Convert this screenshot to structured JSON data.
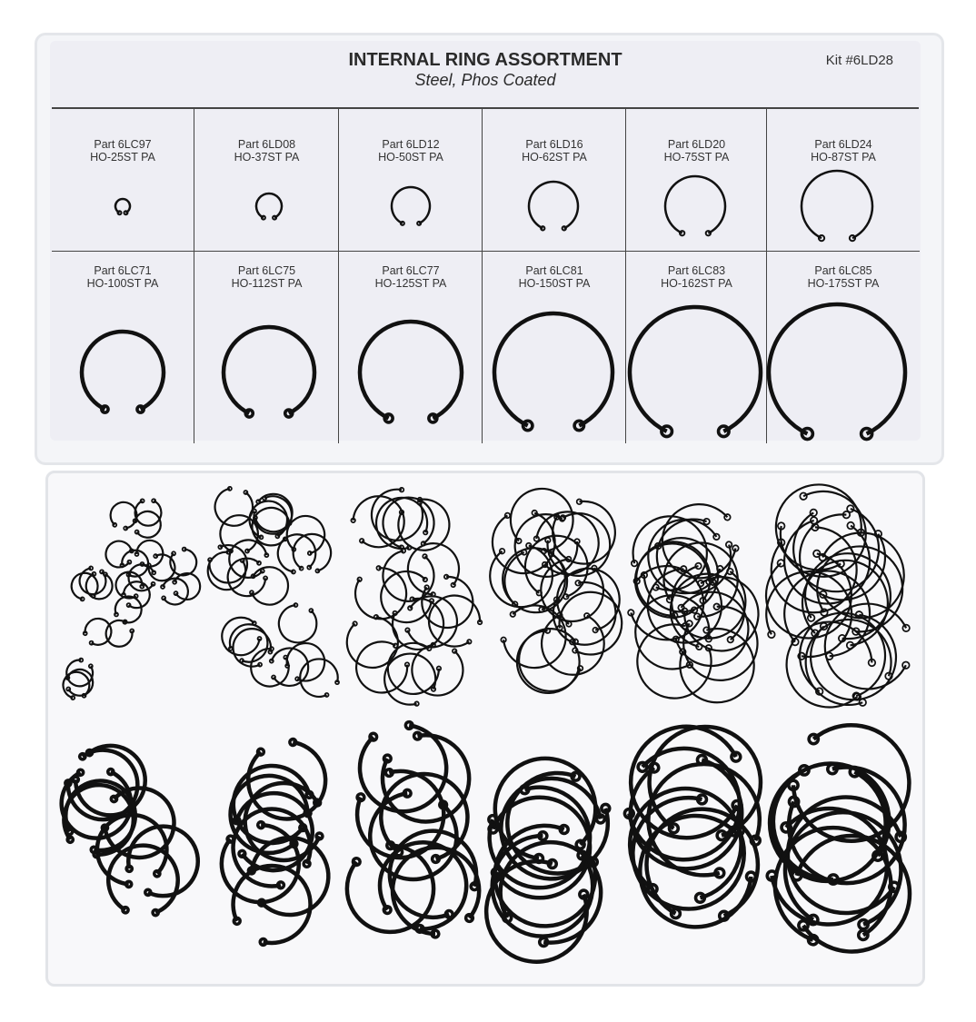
{
  "label": {
    "title": "INTERNAL RING ASSORTMENT",
    "subtitle": "Steel, Phos Coated",
    "kit": "Kit #6LD28",
    "parts": [
      {
        "part": "Part 6LC97",
        "code": "HO-25ST PA"
      },
      {
        "part": "Part 6LD08",
        "code": "HO-37ST PA"
      },
      {
        "part": "Part 6LD12",
        "code": "HO-50ST PA"
      },
      {
        "part": "Part 6LD16",
        "code": "HO-62ST PA"
      },
      {
        "part": "Part 6LD20",
        "code": "HO-75ST PA"
      },
      {
        "part": "Part 6LD24",
        "code": "HO-87ST PA"
      },
      {
        "part": "Part 6LC71",
        "code": "HO-100ST PA"
      },
      {
        "part": "Part 6LC75",
        "code": "HO-112ST PA"
      },
      {
        "part": "Part 6LC77",
        "code": "HO-125ST PA"
      },
      {
        "part": "Part 6LC81",
        "code": "HO-150ST PA"
      },
      {
        "part": "Part 6LC83",
        "code": "HO-162ST PA"
      },
      {
        "part": "Part 6LC85",
        "code": "HO-175ST PA"
      }
    ]
  },
  "colors": {
    "ring": "#111111",
    "label_bg": "#eeeef4"
  }
}
